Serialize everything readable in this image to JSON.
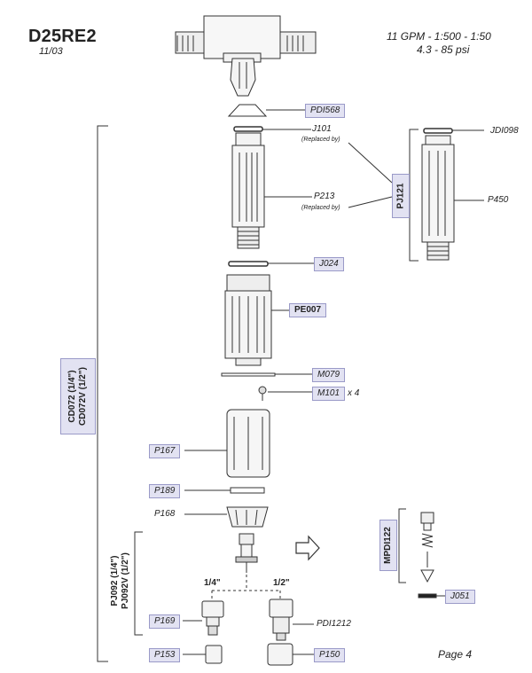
{
  "header": {
    "model": "D25RE2",
    "date": "11/03",
    "flow_spec": "11 GPM - 1:500 - 1:50",
    "pressure_spec": "4.3 - 85 psi"
  },
  "parts": {
    "pdi568": "PDI568",
    "j101": "J101",
    "j101_note": "(Replaced by)",
    "jdi098": "JDI098",
    "p213": "P213",
    "p213_note": "(Replaced by)",
    "pj121": "PJ121",
    "p450": "P450",
    "j024": "J024",
    "pe007": "PE007",
    "m079": "M079",
    "m101": "M101",
    "m101_qty": "x 4",
    "p167": "P167",
    "p189": "P189",
    "p168": "P168",
    "mpdi122": "MPDI122",
    "j051": "J051",
    "size_quarter": "1/4\"",
    "size_half": "1/2\"",
    "p169": "P169",
    "pdi1212": "PDI1212",
    "p153": "P153",
    "p150": "P150"
  },
  "kits": {
    "cd_line1": "CD072 (1/4\")",
    "cd_line2": "CD072V (1/2\")",
    "pj_line1": "PJ092 (1/4\")",
    "pj_line2": "PJ092V (1/2\")"
  },
  "footer": {
    "page": "Page 4"
  },
  "colors": {
    "label_fill": "#e2e2f2",
    "label_border": "#9a9ac8",
    "line": "#333333"
  }
}
